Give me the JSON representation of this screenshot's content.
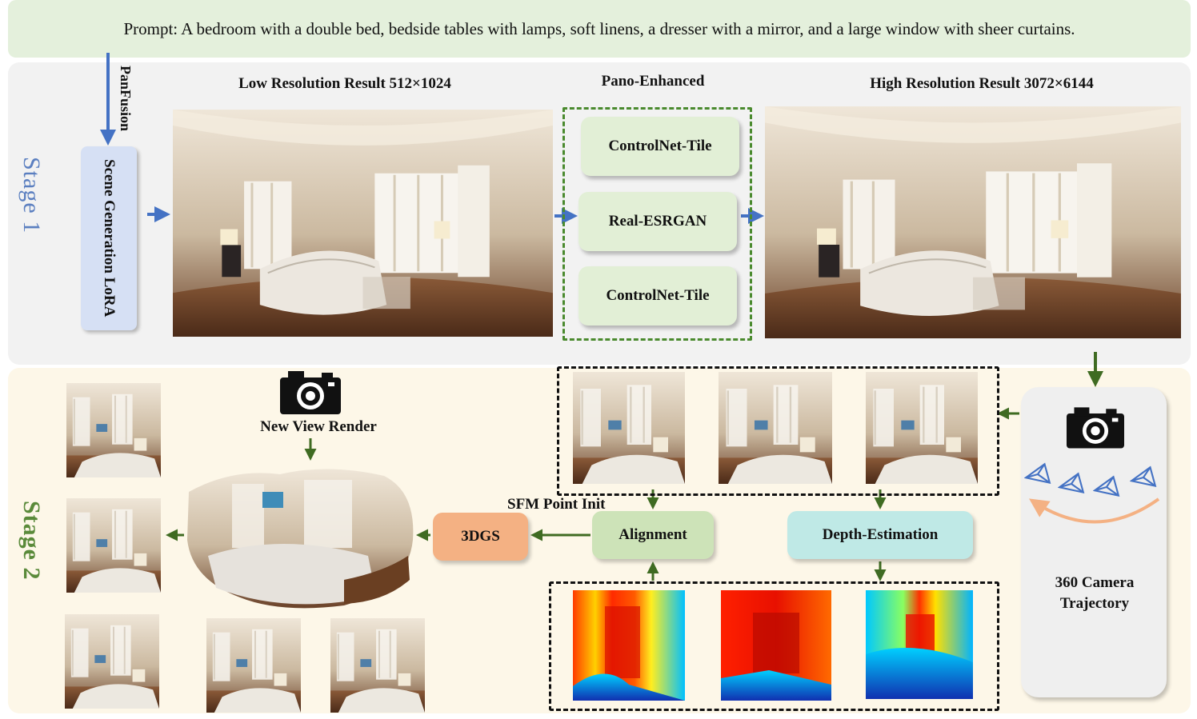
{
  "prompt": "Prompt: A bedroom with a double bed, bedside tables with lamps, soft linens, a dresser with a mirror, and a large window with sheer curtains.",
  "stage1": {
    "label": "Stage 1",
    "panfusion": "PanFusion",
    "lora_box": "Scene Generation LoRA",
    "low_res_title": "Low Resolution Result 512×1024",
    "pano_enhanced_title": "Pano-Enhanced",
    "high_res_title": "High Resolution Result 3072×6144",
    "enhance_steps": [
      "ControlNet-Tile",
      "Real-ESRGAN",
      "ControlNet-Tile"
    ]
  },
  "stage2": {
    "label": "Stage 2",
    "new_view_render": "New View Render",
    "sfm_point_init": "SFM Point Init",
    "box_3dgs": "3DGS",
    "box_alignment": "Alignment",
    "box_depth": "Depth-Estimation",
    "trajectory": "360 Camera Trajectory"
  },
  "colors": {
    "stage1_accent": "#5b7fc0",
    "stage2_accent": "#5a8a3a",
    "arrow_blue": "#4472c4",
    "arrow_green": "#3f6b22",
    "box_3dgs": "#f4b183",
    "box_alignment": "#cde3b8",
    "box_depth": "#bfe9e6",
    "trajectory_arc": "#f4b183"
  },
  "icons": [
    "camera-icon",
    "camera-frustum-icon"
  ]
}
